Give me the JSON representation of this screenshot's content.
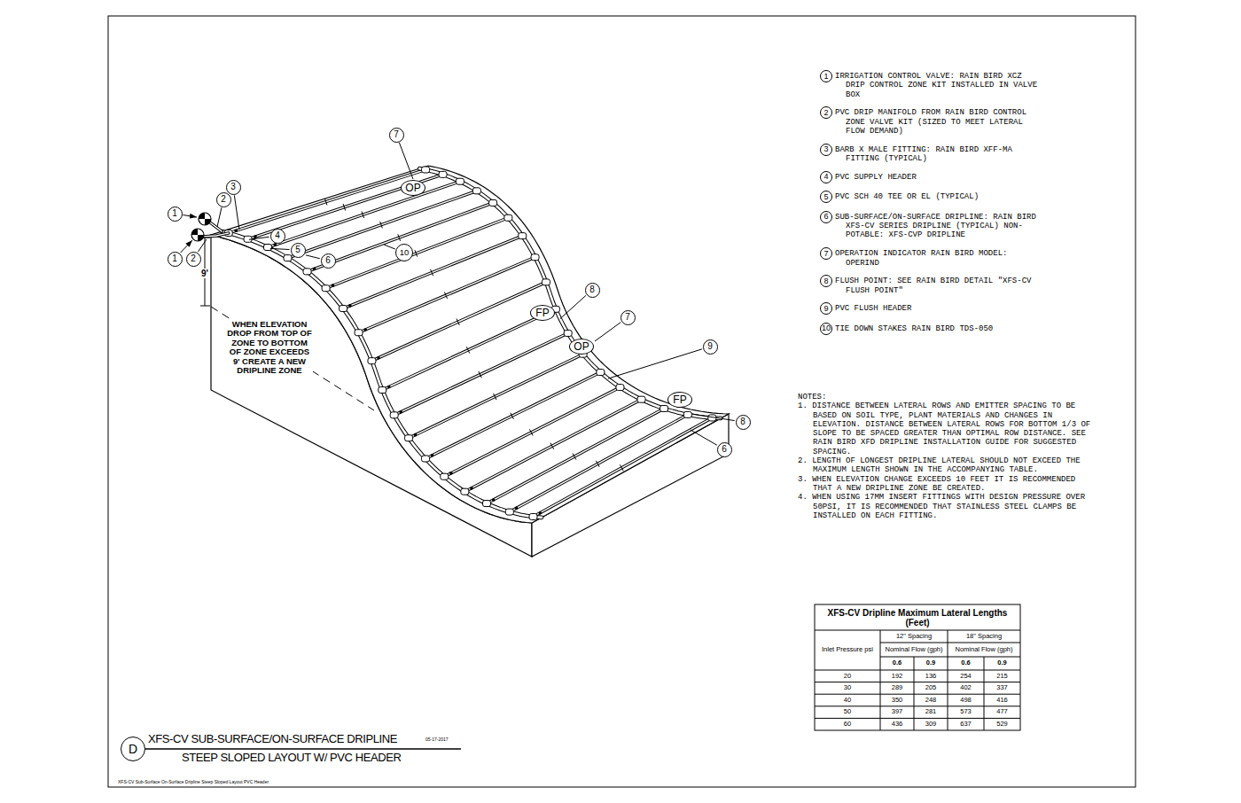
{
  "diagram": {
    "title": "XFS-CV SUB-SURFACE/ON-SURFACE DRIPLINE",
    "labels": [
      "7",
      "OP",
      "1",
      "1",
      "2",
      "2",
      "3",
      "4",
      "5",
      "6",
      "10",
      "9'",
      "WHEN ELEVATION DROP FROM TOP OF ZONE TO BOTTOM OF ZONE EXCEEDS 9' CREATE A NEW DRIPLINE ZONE",
      "8",
      "FP",
      "7",
      "OP",
      "9",
      "FP",
      "8",
      "6",
      "1",
      "IRRIGATION CONTROL VALVE: RAIN BIRD XCZ DRIP CONTROL ZONE KIT INSTALLED IN VALVE BOX",
      "2",
      "PVC DRIP MANIFOLD FROM RAIN BIRD CONTROL ZONE VALVE KIT (SIZED TO MEET LATERAL FLOW DEMAND)",
      "3",
      "BARB X MALE FITTING: RAIN BIRD XFF-MA FITTING (TYPICAL)",
      "4",
      "PVC SUPPLY HEADER",
      "5",
      "PVC SCH 40 TEE OR EL (TYPICAL)",
      "6",
      "SUB-SURFACE/ON-SURFACE DRIPLINE: RAIN BIRD XFS-CV SERIES DRIPLINE (TYPICAL) NON-POTABLE: XFS-CVP DRIPLINE",
      "7",
      "OPERATION INDICATOR RAIN BIRD MODEL: OPERIND",
      "8",
      "FLUSH POINT: SEE RAIN BIRD DETAIL \"XFS-CV FLUSH POINT\"",
      "9",
      "PVC FLUSH HEADER",
      "10",
      "TIE DOWN STAKES RAIN BIRD TDS-050",
      "NOTES:",
      "1. DISTANCE BETWEEN LATERAL ROWS AND EMITTER SPACING TO BE BASED ON SOIL TYPE, PLANT MATERIALS AND CHANGES IN ELEVATION. DISTANCE BETWEEN LATERAL ROWS FOR BOTTOM 1/3 OF SLOPE TO BE SPACED GREATER THAN OPTIMAL ROW DISTANCE. SEE RAIN BIRD XFD DRIPLINE INSTALLATION GUIDE FOR SUGGESTED SPACING.",
      "2. LENGTH OF LONGEST DRIPLINE LATERAL SHOULD NOT EXCEED THE MAXIMUM LENGTH SHOWN IN THE ACCOMPANYING TABLE.",
      "3. WHEN ELEVATION CHANGE EXCEEDS 10 FEET IT IS RECOMMENDED THAT A NEW DRIPLINE ZONE BE CREATED.",
      "4. WHEN USING 17MM INSERT FITTINGS WITH DESIGN PRESSURE OVER 50PSI, IT IS RECOMMENDED THAT STAINLESS STEEL CLAMPS BE INSTALLED ON EACH FITTING.",
      "XFS-CV Dripline Maximum Lateral Lengths (Feet)",
      "Inlet Pressure psi",
      "12\" Spacing",
      "18\" Spacing",
      "Nominal Flow (gph)",
      "Nominal Flow (gph)",
      "0.6",
      "0.9",
      "0.6",
      "0.9",
      "20",
      "192",
      "136",
      "254",
      "215",
      "30",
      "289",
      "205",
      "402",
      "337",
      "40",
      "350",
      "248",
      "498",
      "416",
      "50",
      "397",
      "281",
      "573",
      "477",
      "60",
      "436",
      "309",
      "637",
      "529",
      "D",
      "05-17-2017",
      "STEEP SLOPED LAYOUT W/ PVC HEADER",
      "XFS-CV Sub-Surface On-Surface Dripline Steep Sloped Layout PVC Header"
    ]
  }
}
